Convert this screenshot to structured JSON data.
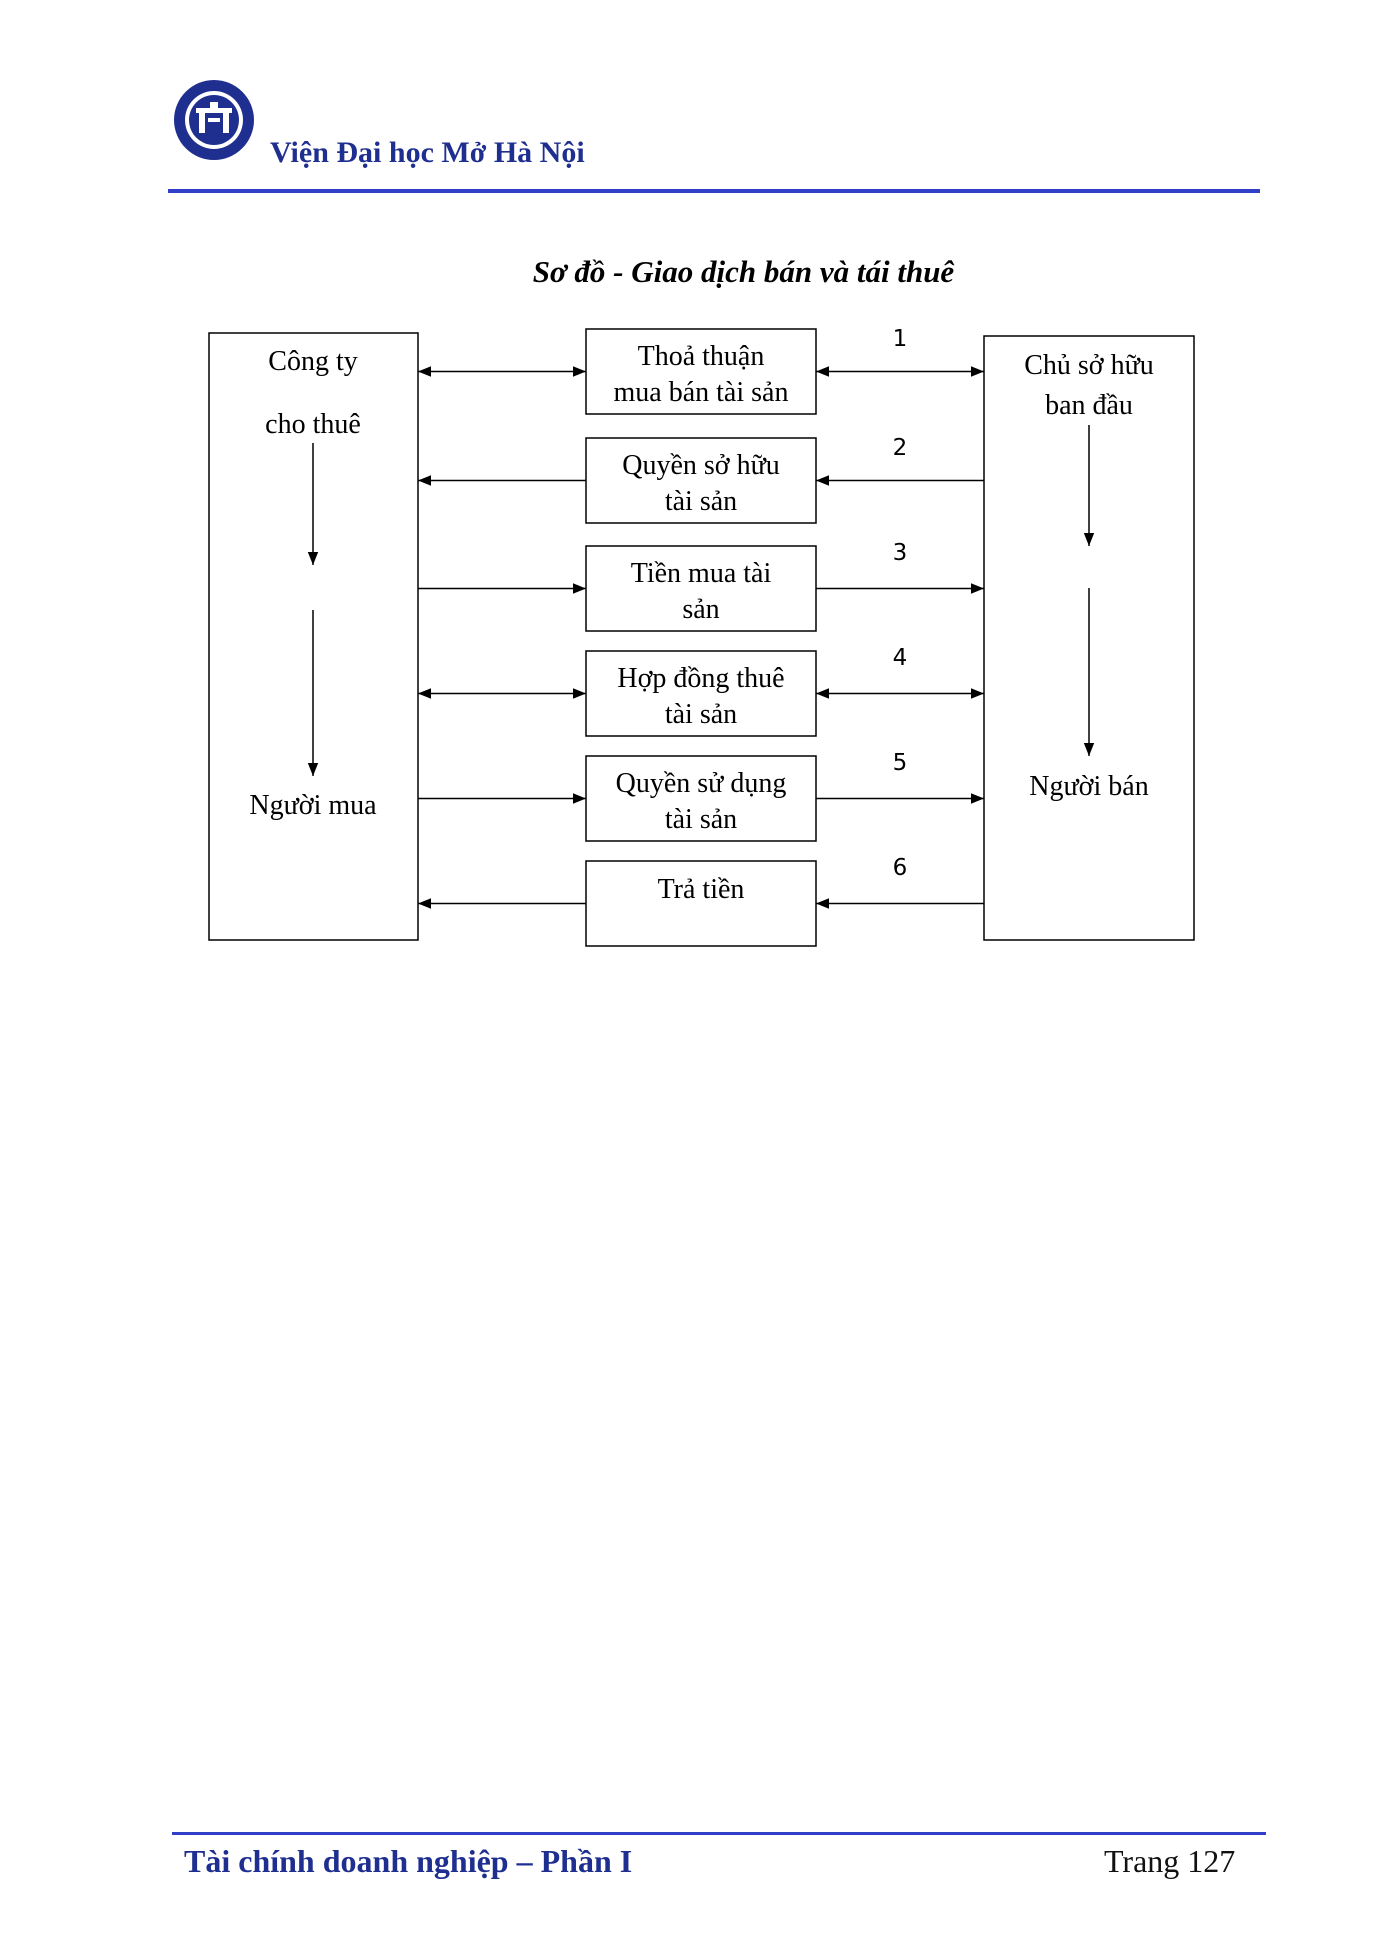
{
  "header": {
    "institution": "Viện Đại học Mở Hà Nội",
    "logo_icon": "university-seal-icon",
    "accent_color": "#2f3fc8",
    "text_color": "#1f2f8f"
  },
  "diagram": {
    "title": "Sơ đồ - Giao dịch bán và tái thuê",
    "left_box": {
      "top_line1": "Công ty",
      "top_line2": "cho thuê",
      "bottom": "Người mua"
    },
    "right_box": {
      "top_line1": "Chủ sở hữu",
      "top_line2": "ban đầu",
      "bottom": "Người bán"
    },
    "steps": [
      {
        "number": "1",
        "line1": "Thoả thuận",
        "line2": "mua bán tài sản",
        "direction": "both"
      },
      {
        "number": "2",
        "line1": "Quyền sở hữu",
        "line2": "tài sản",
        "direction": "to-left"
      },
      {
        "number": "3",
        "line1": "Tiền mua tài",
        "line2": "sản",
        "direction": "to-right"
      },
      {
        "number": "4",
        "line1": "Hợp đồng thuê",
        "line2": "tài sản",
        "direction": "both"
      },
      {
        "number": "5",
        "line1": "Quyền sử dụng",
        "line2": "tài sản",
        "direction": "to-right"
      },
      {
        "number": "6",
        "line1": "Trả tiền",
        "line2": "",
        "direction": "to-left"
      }
    ]
  },
  "footer": {
    "title": "Tài chính doanh nghiệp – Phần I",
    "page": "Trang 127"
  }
}
